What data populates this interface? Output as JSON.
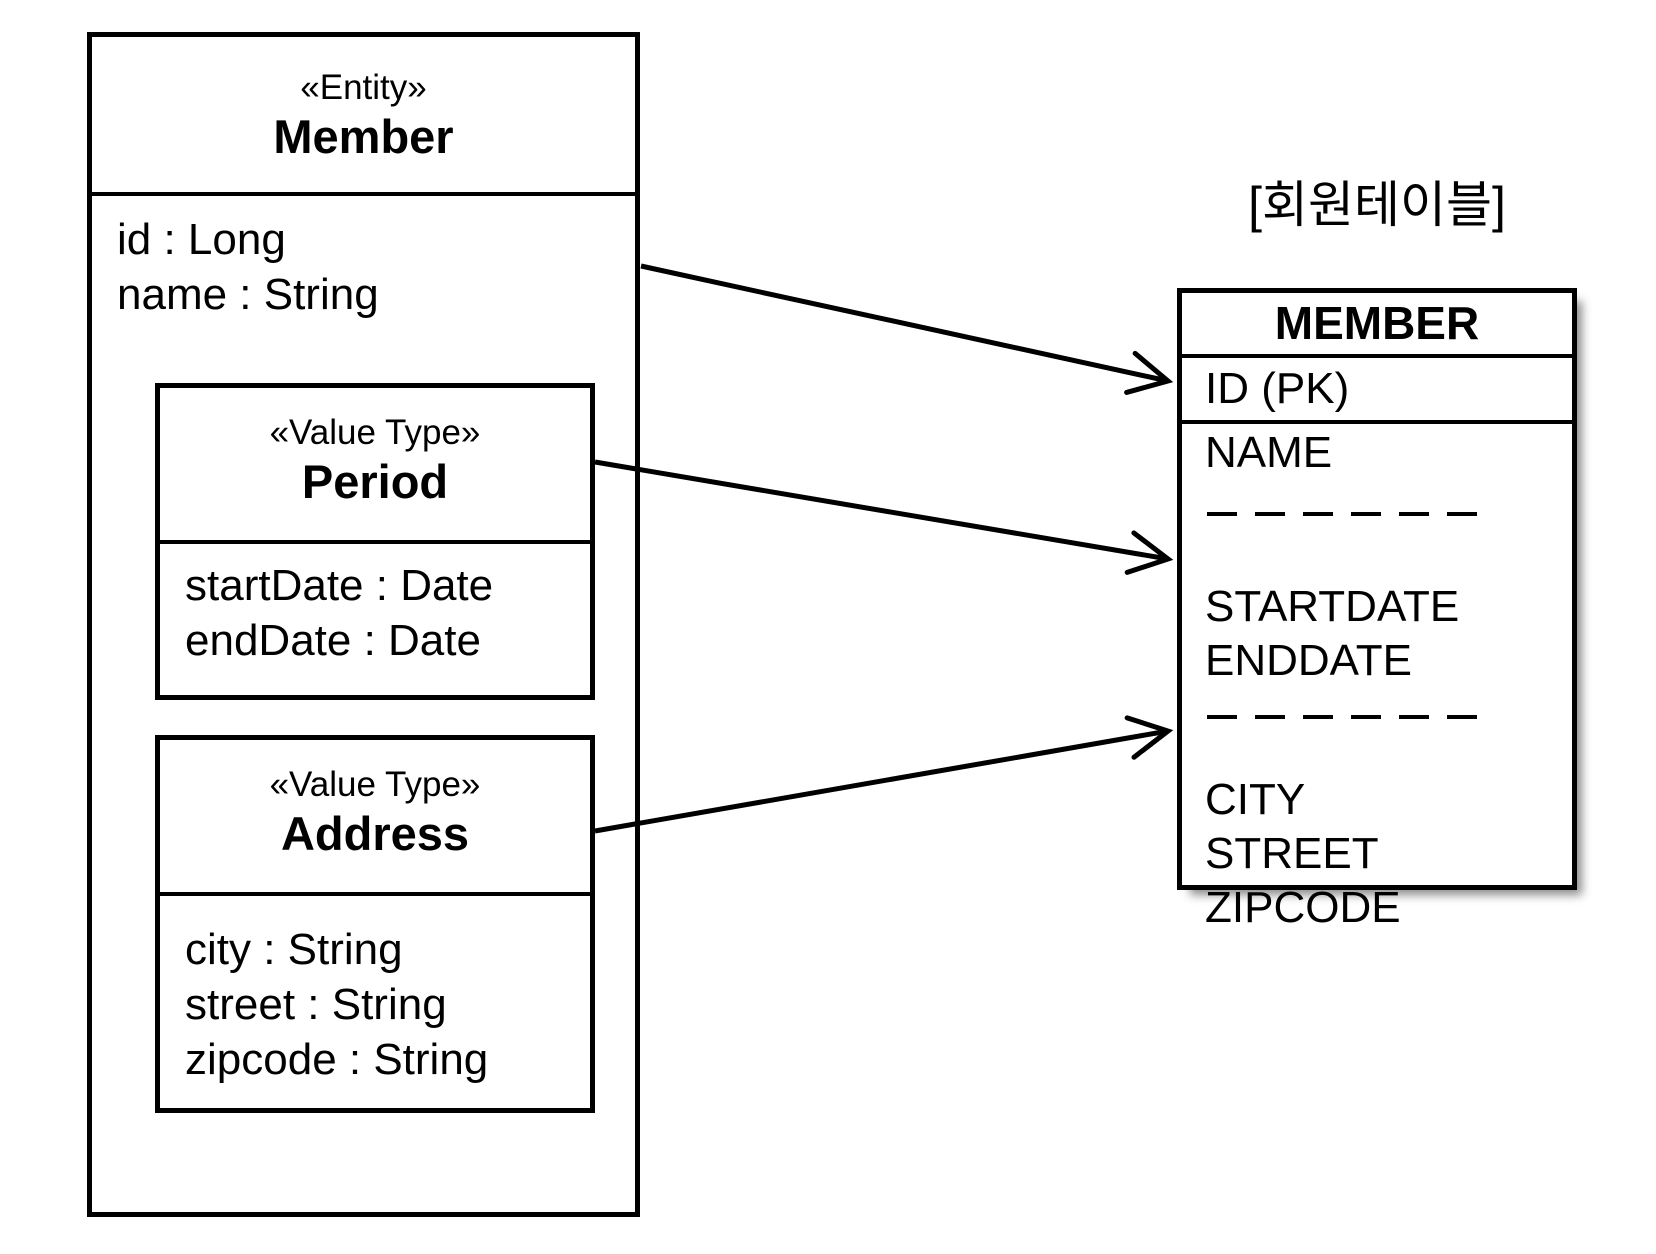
{
  "diagram": {
    "entity": {
      "stereotype": "«Entity»",
      "name": "Member",
      "fields": [
        "id : Long",
        "name : String"
      ]
    },
    "value_types": [
      {
        "stereotype": "«Value Type»",
        "name": "Period",
        "fields": [
          "startDate : Date",
          "endDate : Date"
        ]
      },
      {
        "stereotype": "«Value Type»",
        "name": "Address",
        "fields": [
          "city : String",
          "street : String",
          "zipcode : String"
        ]
      }
    ],
    "table": {
      "caption": "[회원테이블]",
      "header": "MEMBER",
      "pk": "ID (PK)",
      "sections": [
        [
          "NAME"
        ],
        [
          "STARTDATE",
          "ENDDATE"
        ],
        [
          "CITY",
          "STREET",
          "ZIPCODE"
        ]
      ]
    },
    "colors": {
      "stroke": "#000000",
      "background": "#ffffff"
    }
  }
}
